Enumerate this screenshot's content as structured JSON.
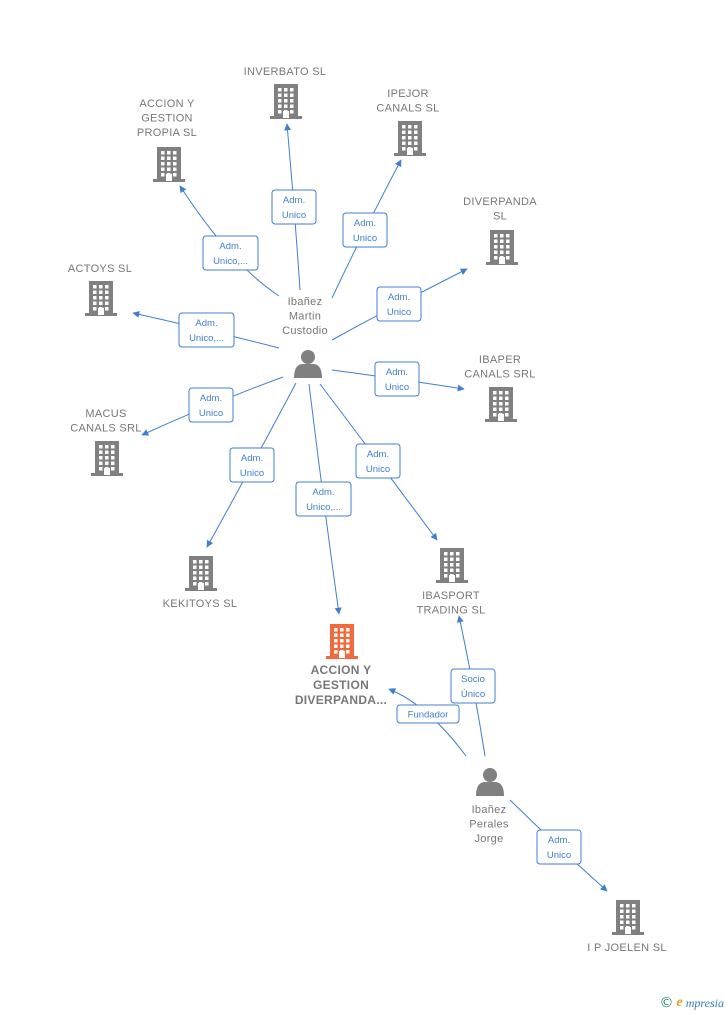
{
  "diagram": {
    "nodes": [
      {
        "id": "inverbato",
        "type": "company",
        "label": [
          "INVERBATO SL"
        ]
      },
      {
        "id": "ipejor",
        "type": "company",
        "label": [
          "IPEJOR",
          "CANALS SL"
        ]
      },
      {
        "id": "accion_propia",
        "type": "company",
        "label": [
          "ACCION Y",
          "GESTION",
          "PROPIA  SL"
        ]
      },
      {
        "id": "diverpanda",
        "type": "company",
        "label": [
          "DIVERPANDA",
          "SL"
        ]
      },
      {
        "id": "actoys",
        "type": "company",
        "label": [
          "ACTOYS  SL"
        ]
      },
      {
        "id": "ibaper",
        "type": "company",
        "label": [
          "IBAPER",
          "CANALS SRL"
        ]
      },
      {
        "id": "macus",
        "type": "company",
        "label": [
          "MACUS",
          "CANALS SRL"
        ]
      },
      {
        "id": "kekitoys",
        "type": "company",
        "label": [
          "KEKITOYS  SL"
        ]
      },
      {
        "id": "accion_diverpanda",
        "type": "company",
        "focus": true,
        "label": [
          "ACCION Y",
          "GESTION",
          "DIVERPANDA..."
        ]
      },
      {
        "id": "ibasport",
        "type": "company",
        "label": [
          "IBASPORT",
          "TRADING SL"
        ]
      },
      {
        "id": "ipjoelen",
        "type": "company",
        "label": [
          "I P JOELEN SL"
        ]
      },
      {
        "id": "p1",
        "type": "person",
        "label": [
          "Ibañez",
          "Martin",
          "Custodio"
        ]
      },
      {
        "id": "p2",
        "type": "person",
        "label": [
          "Ibañez",
          "Perales",
          "Jorge"
        ]
      }
    ],
    "edges": [
      {
        "from": "p1",
        "to": "inverbato",
        "label": [
          "Adm.",
          "Unico"
        ]
      },
      {
        "from": "p1",
        "to": "ipejor",
        "label": [
          "Adm.",
          "Unico"
        ]
      },
      {
        "from": "p1",
        "to": "accion_propia",
        "label": [
          "Adm.",
          "Unico,..."
        ]
      },
      {
        "from": "p1",
        "to": "diverpanda",
        "label": [
          "Adm.",
          "Unico"
        ]
      },
      {
        "from": "p1",
        "to": "actoys",
        "label": [
          "Adm.",
          "Unico,..."
        ]
      },
      {
        "from": "p1",
        "to": "ibaper",
        "label": [
          "Adm.",
          "Unico"
        ]
      },
      {
        "from": "p1",
        "to": "macus",
        "label": [
          "Adm.",
          "Unico"
        ]
      },
      {
        "from": "p1",
        "to": "kekitoys",
        "label": [
          "Adm.",
          "Unico"
        ]
      },
      {
        "from": "p1",
        "to": "accion_diverpanda",
        "label": [
          "Adm.",
          "Unico,..."
        ]
      },
      {
        "from": "p1",
        "to": "ibasport",
        "label": [
          "Adm.",
          "Unico"
        ]
      },
      {
        "from": "p2",
        "to": "ibasport",
        "label": [
          "Socio",
          "Único"
        ]
      },
      {
        "from": "p2",
        "to": "accion_diverpanda",
        "label": [
          "Fundador"
        ]
      },
      {
        "from": "p2",
        "to": "ipjoelen",
        "label": [
          "Adm.",
          "Unico"
        ]
      }
    ]
  },
  "colors": {
    "company": "#808080",
    "focus_company": "#f26a3b",
    "person": "#808080",
    "edge": "#3f7fcf",
    "edge_label_border": "#3f7fcf"
  },
  "footer": {
    "copyright": "©",
    "brand_initial": "e",
    "brand_rest": "mpresia"
  }
}
